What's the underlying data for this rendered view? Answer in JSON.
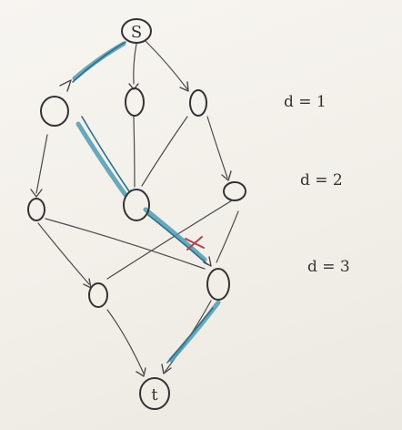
{
  "nodes": {
    "source": "S",
    "target": "t"
  },
  "depth_labels": [
    "d = 1",
    "d = 2",
    "d = 3"
  ],
  "colors": {
    "ink": "#4a4a4a",
    "highlight": "#4f9bb3",
    "cross": "#b0424f",
    "board": "#f4f2ee"
  }
}
